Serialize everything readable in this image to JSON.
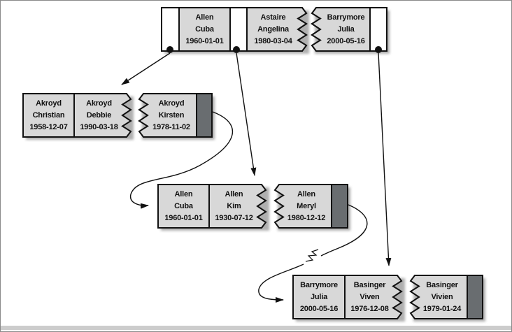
{
  "root": {
    "records": [
      {
        "last": "Allen",
        "given": "Cuba",
        "date": "1960-01-01"
      },
      {
        "last": "Astaire",
        "given": "Angelina",
        "date": "1980-03-04"
      },
      {
        "last": "Barrymore",
        "given": "Julia",
        "date": "2000-05-16"
      }
    ]
  },
  "leaf1": {
    "records": [
      {
        "last": "Akroyd",
        "given": "Christian",
        "date": "1958-12-07"
      },
      {
        "last": "Akroyd",
        "given": "Debbie",
        "date": "1990-03-18"
      },
      {
        "last": "Akroyd",
        "given": "Kirsten",
        "date": "1978-11-02"
      }
    ]
  },
  "leaf2": {
    "records": [
      {
        "last": "Allen",
        "given": "Cuba",
        "date": "1960-01-01"
      },
      {
        "last": "Allen",
        "given": "Kim",
        "date": "1930-07-12"
      },
      {
        "last": "Allen",
        "given": "Meryl",
        "date": "1980-12-12"
      }
    ]
  },
  "leaf3": {
    "records": [
      {
        "last": "Barrymore",
        "given": "Julia",
        "date": "2000-05-16"
      },
      {
        "last": "Basinger",
        "given": "Viven",
        "date": "1976-12-08"
      },
      {
        "last": "Basinger",
        "given": "Vivien",
        "date": "1979-01-24"
      }
    ]
  },
  "colors": {
    "record_fill": "#d8d8d8",
    "pointer_cell_fill": "#ffffff",
    "next_pointer_block_fill": "#696d70",
    "line": "#111111",
    "shadow": "#9c9c9c",
    "frame_border": "#8a8a8a",
    "footer_strip": "#cccccc"
  }
}
